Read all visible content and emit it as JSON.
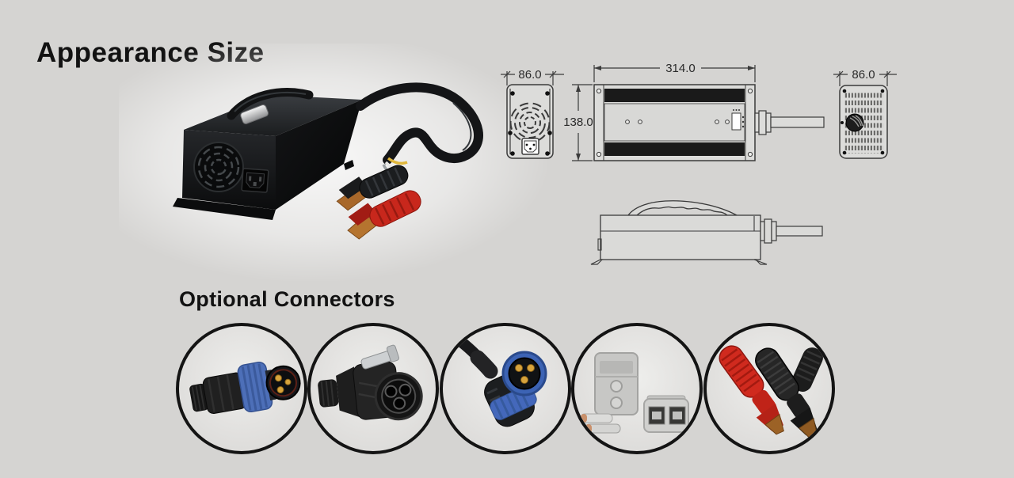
{
  "title": "Appearance Size",
  "product": {
    "photo": "battery-charger-with-output-cable-and-alligator-clamps"
  },
  "drawings": {
    "front_view": {
      "name": "front-view-fan-panel",
      "width_mm": "86.0"
    },
    "top_view": {
      "name": "top-view-extrusion",
      "length_mm": "314.0",
      "width_mm": "138.0"
    },
    "rear_view": {
      "name": "rear-view-vent-panel",
      "width_mm": "86.0"
    },
    "side_view": {
      "name": "side-view-with-handle"
    }
  },
  "connectors": {
    "heading": "Optional Connectors",
    "items": [
      {
        "icon": "straight-waterproof-connector-photo"
      },
      {
        "icon": "latch-waterproof-connector-photo"
      },
      {
        "icon": "right-angle-waterproof-connector-photo"
      },
      {
        "icon": "anderson-style-connector-photo"
      },
      {
        "icon": "alligator-clips-photo"
      }
    ]
  },
  "colors": {
    "background": "#d5d4d2",
    "drawing_line": "#3b3b3b",
    "connector_blue": "#4d6fb8",
    "clamp_red": "#c8271c",
    "gold_pin": "#d7a33c"
  }
}
